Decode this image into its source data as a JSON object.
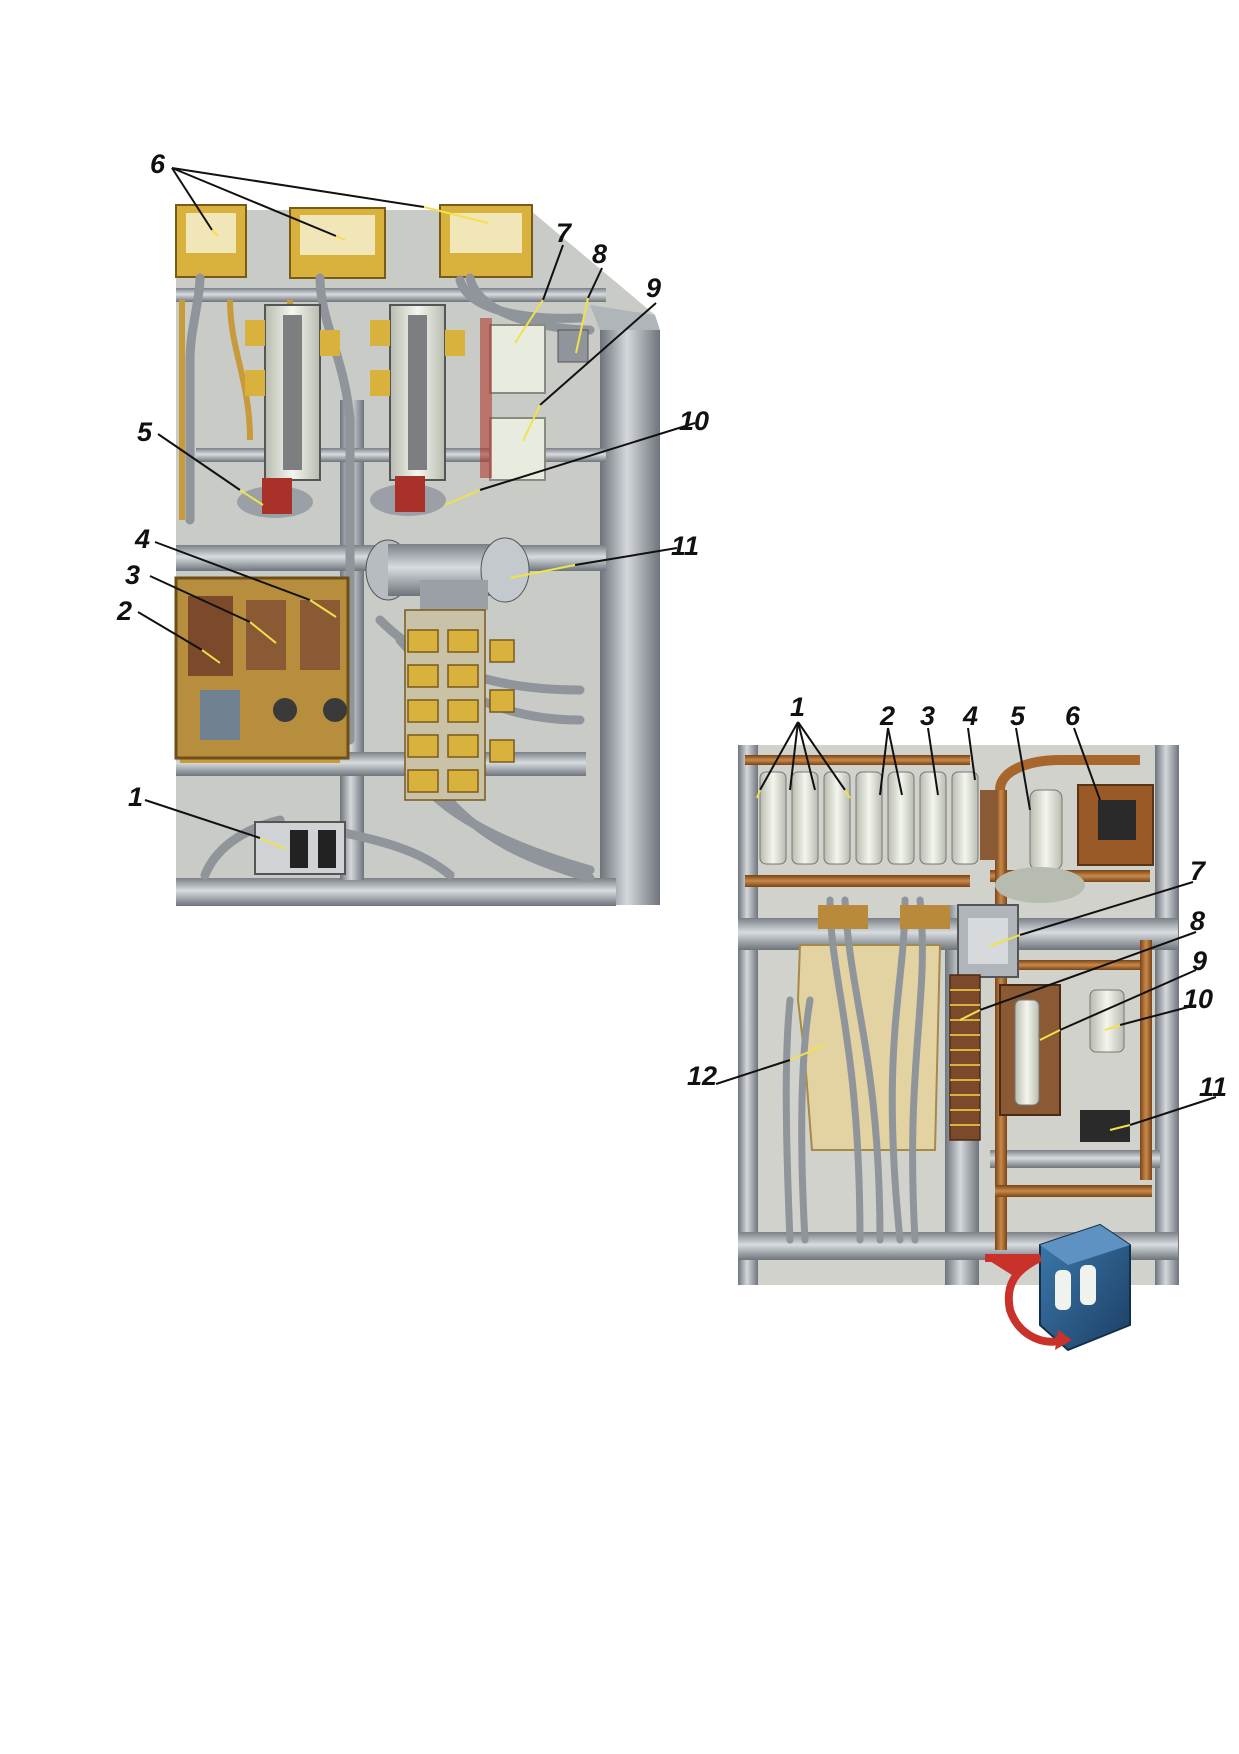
{
  "colors": {
    "frame_gray": "#a7adb3",
    "frame_dark": "#6e747b",
    "panel_bg": "#c9cbc7",
    "brass": "#b98a3a",
    "copper": "#a8662c",
    "terminal_yellow": "#d9b23e",
    "porcelain": "#e8ecdf",
    "coil_red": "#a8322a",
    "cabinet_blue": "#2a5f8e",
    "arrow_red": "#c8322a",
    "leader_yellow": "#f2e14a",
    "leader_black": "#111111"
  },
  "left_panel": {
    "labels": [
      {
        "id": "6",
        "text": "6"
      },
      {
        "id": "7",
        "text": "7"
      },
      {
        "id": "8",
        "text": "8"
      },
      {
        "id": "9",
        "text": "9"
      },
      {
        "id": "10",
        "text": "10"
      },
      {
        "id": "5",
        "text": "5"
      },
      {
        "id": "4",
        "text": "4"
      },
      {
        "id": "11",
        "text": "11"
      },
      {
        "id": "3",
        "text": "3"
      },
      {
        "id": "2",
        "text": "2"
      },
      {
        "id": "1",
        "text": "1"
      }
    ]
  },
  "right_panel": {
    "labels": [
      {
        "id": "1",
        "text": "1"
      },
      {
        "id": "2",
        "text": "2"
      },
      {
        "id": "3",
        "text": "3"
      },
      {
        "id": "4",
        "text": "4"
      },
      {
        "id": "5",
        "text": "5"
      },
      {
        "id": "6",
        "text": "6"
      },
      {
        "id": "7",
        "text": "7"
      },
      {
        "id": "8",
        "text": "8"
      },
      {
        "id": "9",
        "text": "9"
      },
      {
        "id": "10",
        "text": "10"
      },
      {
        "id": "11",
        "text": "11"
      },
      {
        "id": "12",
        "text": "12"
      }
    ]
  }
}
